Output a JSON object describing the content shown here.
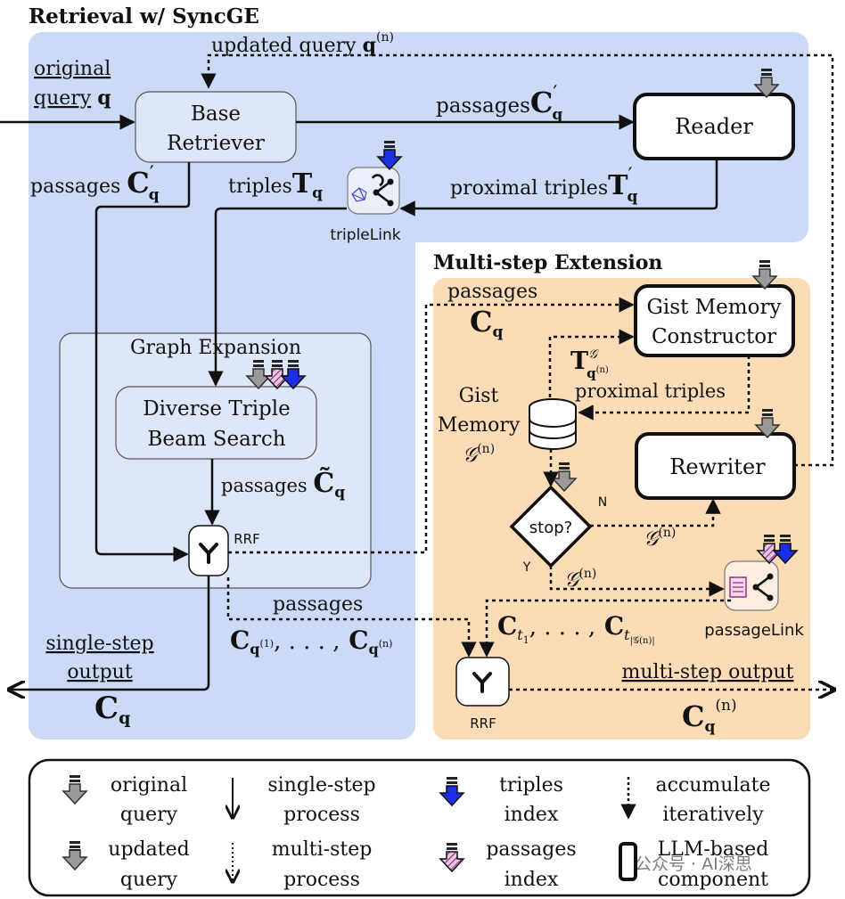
{
  "panels": {
    "retrieval_title": "Retrieval w/ SyncGE",
    "multistep_title": "Multi-step Extension",
    "graph_expansion_title": "Graph Expansion"
  },
  "nodes": {
    "base_retriever_l1": "Base",
    "base_retriever_l2": "Retriever",
    "reader": "Reader",
    "triplelink": "tripleLink",
    "dtbs_l1": "Diverse Triple",
    "dtbs_l2": "Beam Search",
    "rrf_left": "RRF",
    "gist_l1": "Gist Memory",
    "gist_l2": "Constructor",
    "rewriter": "Rewriter",
    "stop": "stop?",
    "stop_n": "N",
    "stop_y": "Y",
    "passagelink": "passageLink",
    "rrf_right": "RRF",
    "gist_memory_l1": "Gist",
    "gist_memory_l2": "Memory"
  },
  "labels": {
    "updated_query": "updated query",
    "original_query_l1": "original",
    "original_query_l2": "query",
    "passages": "passages",
    "triples": "triples",
    "proximal_triples": "proximal triples",
    "single_step_l1": "single-step",
    "single_step_l2": "output",
    "multi_step_output": "multi-step output"
  },
  "legend": [
    {
      "icon": "original-query-icon",
      "l1": "original",
      "l2": "query"
    },
    {
      "icon": "single-step-arrow-icon",
      "l1": "single-step",
      "l2": "process"
    },
    {
      "icon": "triples-index-icon",
      "l1": "triples",
      "l2": "index"
    },
    {
      "icon": "accumulate-arrow-icon",
      "l1": "accumulate",
      "l2": "iteratively"
    },
    {
      "icon": "updated-query-icon",
      "l1": "updated",
      "l2": "query"
    },
    {
      "icon": "multi-step-arrow-icon",
      "l1": "multi-step",
      "l2": "process"
    },
    {
      "icon": "passages-index-icon",
      "l1": "passages",
      "l2": "index"
    },
    {
      "icon": "llm-component-icon",
      "l1": "LLM-based",
      "l2": "component"
    }
  ],
  "watermark": "公众号 · AI深思",
  "colors": {
    "blue_panel": "#ccdaf7",
    "orange_panel": "#fbdcb7",
    "graph_panel": "#dde7f9",
    "triples_index": "#1c2ee6",
    "passages_index": "#b24f9c"
  }
}
